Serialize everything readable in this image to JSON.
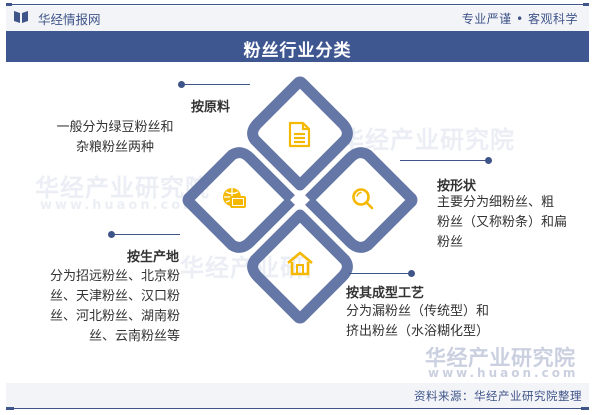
{
  "header": {
    "brand": "华经情报网",
    "slogan": "专业严谨 • 客观科学"
  },
  "title": "粉丝行业分类",
  "categories": [
    {
      "id": "raw-material",
      "label": "按原料",
      "description": "一般分为绿豆粉丝和杂粮粉丝两种",
      "desc_lines": [
        "一般分为绿豆粉丝和",
        "杂粮粉丝两种"
      ],
      "icon": "document-icon"
    },
    {
      "id": "shape",
      "label": "按形状",
      "description": "主要分为细粉丝、粗粉丝（又称粉条）和扁粉丝",
      "desc_lines": [
        "主要分为细粉丝、粗",
        "粉丝（又称粉条）和扁",
        "粉丝"
      ],
      "icon": "magnifier-icon"
    },
    {
      "id": "origin",
      "label": "按生产地",
      "description": "分为招远粉丝、北京粉丝、天津粉丝、汉口粉丝、河北粉丝、湖南粉丝、云南粉丝等",
      "desc_lines": [
        "分为招远粉丝、北京粉",
        "丝、天津粉丝、汉口粉",
        "丝、河北粉丝、湖南粉",
        "丝、云南粉丝等"
      ],
      "icon": "globe-screen-icon"
    },
    {
      "id": "process",
      "label": "按其成型工艺",
      "description": "分为漏粉丝（传统型）和挤出粉丝（水浴糊化型）",
      "desc_lines": [
        "分为漏粉丝（传统型）和",
        "挤出粉丝（水浴糊化型）"
      ],
      "icon": "house-icon"
    }
  ],
  "watermark": {
    "name": "华经产业研究院",
    "url": "www.huaon.com"
  },
  "footer": {
    "source": "资料来源：华经产业研究院整理"
  },
  "colors": {
    "primary": "#3f5791",
    "diamond_stroke": "#6577a6",
    "icon_accent": "#f5b800",
    "header_bg": "#f3f4f8"
  }
}
